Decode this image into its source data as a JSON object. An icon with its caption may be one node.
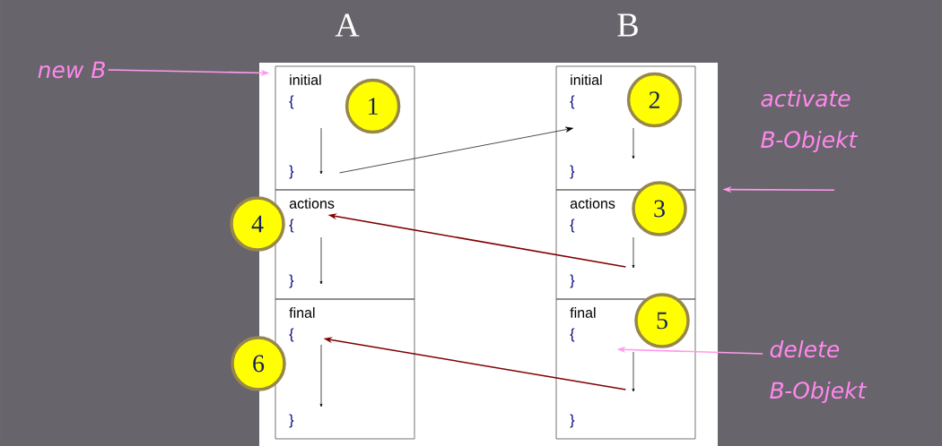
{
  "diagram": {
    "nodes": [
      {
        "text": [
          "initial",
          "{",
          "}"
        ]
      },
      {
        "text": [
          "1"
        ],
        "in": 0
      },
      {
        "text": [
          "initial",
          "{",
          "}"
        ]
      },
      {
        "text": [
          "2"
        ],
        "in": 2
      },
      {
        "text": [
          "actions",
          "{",
          "}"
        ]
      },
      {
        "text": [
          "4"
        ]
      },
      {
        "text": [
          "actions",
          "{",
          "}"
        ]
      },
      {
        "text": [
          "3"
        ]
      },
      {
        "text": [
          "final",
          "{",
          "}"
        ]
      },
      {
        "text": [
          "6"
        ]
      },
      {
        "text": [
          "final",
          "{",
          "}"
        ]
      },
      {
        "text": [
          "5"
        ]
      },
      {
        "text": [
          "new B"
        ]
      },
      {
        "text": [
          "activate B-Objekt"
        ]
      },
      {
        "text": [
          "delete B-Objekt"
        ]
      }
    ],
    "edges": [
      {
        "from": 0,
        "to": 2,
        "arrow": "to",
        "color": "#000000"
      },
      {
        "from": 6,
        "to": 4,
        "arrow": "to",
        "color": "#800000"
      },
      {
        "from": 10,
        "to": 8,
        "arrow": "to",
        "color": "#800000"
      },
      {
        "from": 12,
        "to": 0,
        "arrow": "to",
        "color": "#ff99ee"
      },
      {
        "from": 13,
        "to": 6,
        "arrow": "to",
        "color": "#ff99ee"
      },
      {
        "from": 14,
        "to": 10,
        "arrow": "to",
        "color": "#ff99ee"
      }
    ],
    "labels": [
      "A",
      "B"
    ]
  }
}
